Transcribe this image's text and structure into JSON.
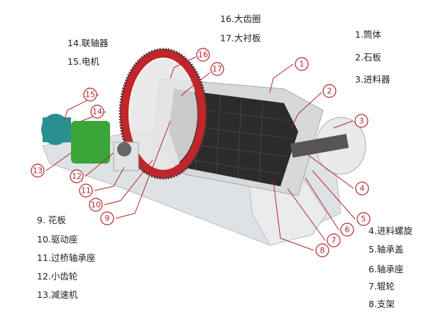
{
  "labels": {
    "l16": "16.大齿圈",
    "l17": "17.大衬板",
    "l14": "14.联轴器",
    "l15": "15.电机",
    "l1": "1.筒体",
    "l2": "2.石板",
    "l3": "3.进料器",
    "l9": "9. 花板",
    "l10": "10.驱动座",
    "l11": "11.过桥轴承座",
    "l12": "12.小齿轮",
    "l13": "13.减速机",
    "l4": "4.进料螺旋",
    "l5": "5.轴承盖",
    "l6": "6.轴承座",
    "l7": "7.辊轮",
    "l8": "8.支架"
  },
  "callouts": {
    "c1": "1",
    "c2": "2",
    "c3": "3",
    "c4": "4",
    "c5": "5",
    "c6": "6",
    "c7": "7",
    "c8": "8",
    "c9": "9",
    "c10": "10",
    "c11": "11",
    "c12": "12",
    "c13": "13",
    "c14": "14",
    "c15": "15",
    "c16": "16",
    "c17": "17"
  },
  "colors": {
    "accent": "#b3262c",
    "gear": "#c0262b",
    "motor": "#2a8f8f",
    "reducer": "#3aa63a",
    "frame": "#d9dcdf",
    "drum": "#2b2b2b"
  }
}
